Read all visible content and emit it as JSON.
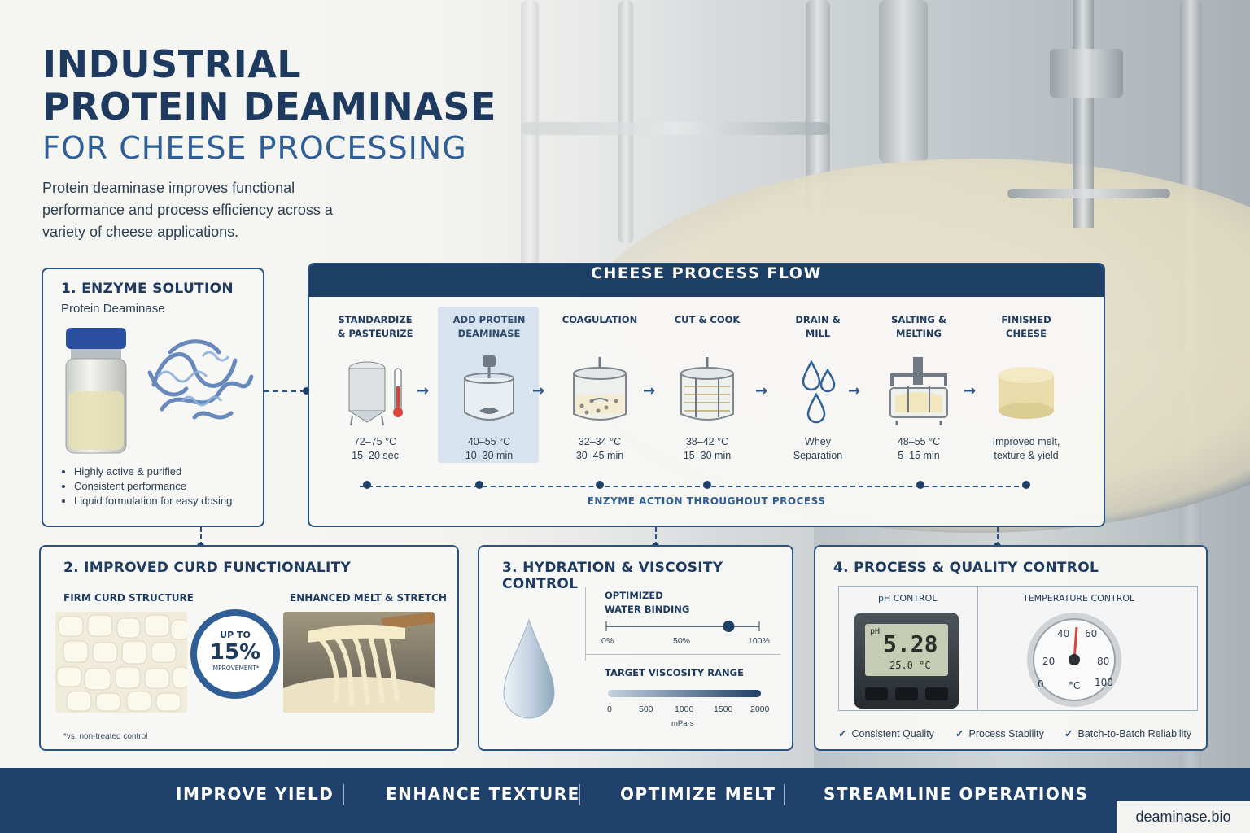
{
  "header": {
    "line1": "INDUSTRIAL",
    "line2": "PROTEIN DEAMINASE",
    "line3": "FOR CHEESE PROCESSING",
    "intro": "Protein deaminase improves functional performance and process efficiency across a variety of cheese applications."
  },
  "enzyme_panel": {
    "title": "1. ENZYME SOLUTION",
    "subtitle": "Protein Deaminase",
    "bullets": [
      "Highly active & purified",
      "Consistent performance",
      "Liquid formulation for easy dosing"
    ]
  },
  "flow": {
    "title": "CHEESE PROCESS FLOW",
    "steps": [
      {
        "label": "STANDARDIZE\n& PASTEURIZE",
        "value": "72–75 °C\n15–20 sec"
      },
      {
        "label": "ADD PROTEIN\nDEAMINASE",
        "value": "40–55 °C\n10–30 min"
      },
      {
        "label": "COAGULATION",
        "value": "32–34 °C\n30–45 min"
      },
      {
        "label": "CUT & COOK",
        "value": "38–42 °C\n15–30 min"
      },
      {
        "label": "DRAIN &\nMILL",
        "value": "Whey\nSeparation"
      },
      {
        "label": "SALTING &\nMELTING",
        "value": "48–55 °C\n5–15 min"
      },
      {
        "label": "FINISHED\nCHEESE",
        "value": "Improved melt,\ntexture & yield"
      }
    ],
    "arrow": "→",
    "caption": "ENZYME ACTION THROUGHOUT PROCESS"
  },
  "curd_panel": {
    "title": "2. IMPROVED CURD FUNCTIONALITY",
    "left_label": "FIRM CURD STRUCTURE",
    "right_label": "ENHANCED MELT & STRETCH",
    "badge_top": "UP TO",
    "badge_value": "15%",
    "badge_bottom": "IMPROVEMENT*",
    "footnote": "*vs. non-treated control"
  },
  "hydration_panel": {
    "title": "3. HYDRATION & VISCOSITY CONTROL",
    "water_label": "OPTIMIZED\nWATER BINDING",
    "water_ticks": [
      "0%",
      "50%",
      "100%"
    ],
    "water_level": 0.8,
    "viscosity_label": "TARGET VISCOSITY RANGE",
    "viscosity_ticks": [
      "0",
      "500",
      "1000",
      "1500",
      "2000"
    ],
    "viscosity_unit": "mPa·s"
  },
  "quality_panel": {
    "title": "4. PROCESS & QUALITY CONTROL",
    "ph_label": "pH CONTROL",
    "ph_unit": "pH",
    "ph_value": "5.28",
    "ph_temp": "25.0 °C",
    "temp_label": "TEMPERATURE CONTROL",
    "gauge_ticks": [
      "0",
      "20",
      "40",
      "60",
      "80",
      "100"
    ],
    "gauge_unit": "°C",
    "checks": [
      "Consistent Quality",
      "Process Stability",
      "Batch-to-Batch Reliability"
    ],
    "check_mark": "✓"
  },
  "footer": {
    "items": [
      "IMPROVE YIELD",
      "ENHANCE TEXTURE",
      "OPTIMIZE MELT",
      "STREAMLINE OPERATIONS"
    ],
    "url": "deaminase.bio"
  },
  "colors": {
    "navy": "#1e3f66",
    "accent": "#2f5f96",
    "panel_border": "#2a5282"
  }
}
